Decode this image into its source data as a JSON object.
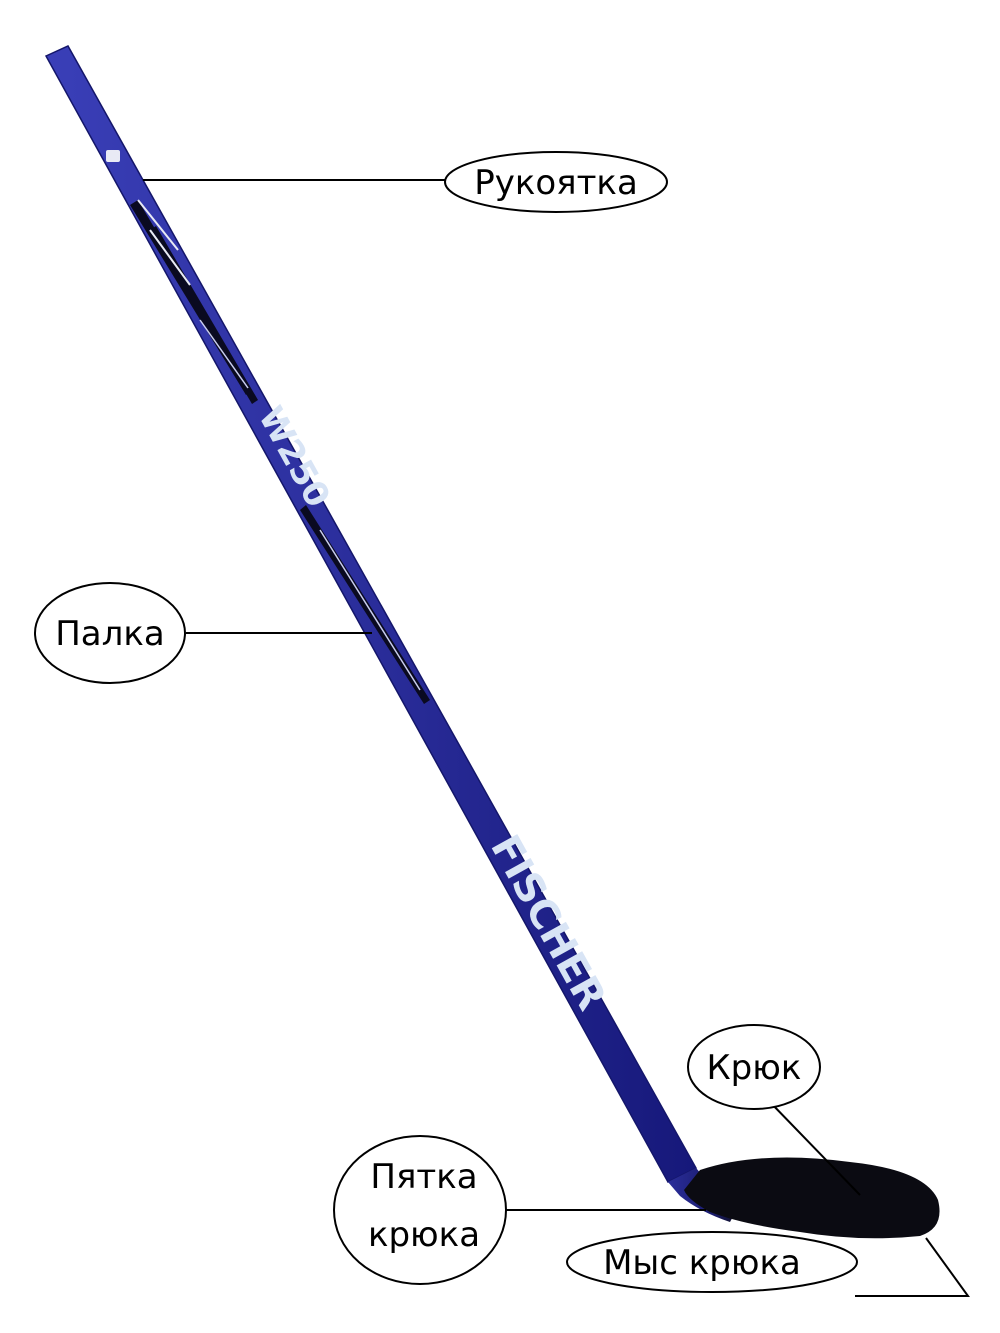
{
  "labels": {
    "handle": "Рукоятка",
    "shaft": "Палка",
    "blade": "Крюк",
    "heel_line1": "Пятка",
    "heel_line2": "крюка",
    "toe": "Мыс крюка"
  },
  "stick": {
    "model": "W250",
    "brand": "FISCHER"
  },
  "colors": {
    "shaft": "#2a2d9a",
    "shaft_dark": "#14166a",
    "blade": "#0b0b12",
    "brand_text": "#d8e4f5",
    "outline": "#000000"
  }
}
